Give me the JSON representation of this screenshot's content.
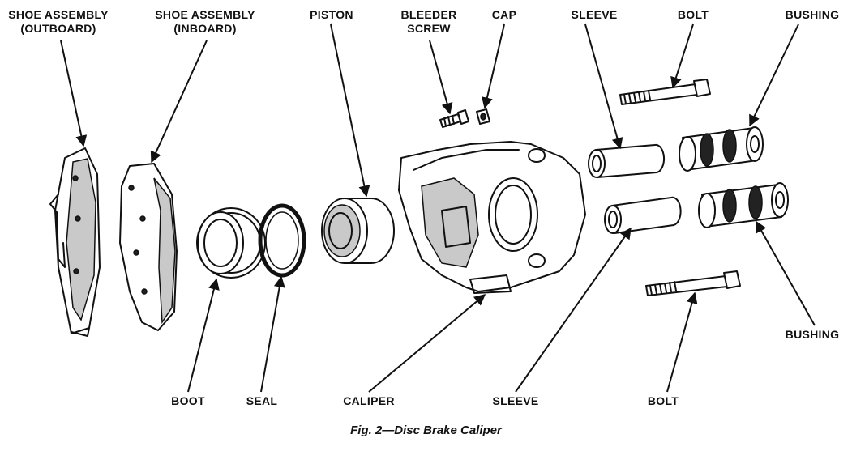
{
  "caption": "Fig. 2—Disc Brake Caliper",
  "labels": {
    "shoe_outboard_1": "SHOE ASSEMBLY",
    "shoe_outboard_2": "(OUTBOARD)",
    "shoe_inboard_1": "SHOE ASSEMBLY",
    "shoe_inboard_2": "(INBOARD)",
    "piston": "PISTON",
    "bleeder_1": "BLEEDER",
    "bleeder_2": "SCREW",
    "cap": "CAP",
    "sleeve_top": "SLEEVE",
    "bolt_top": "BOLT",
    "bushing_top": "BUSHING",
    "boot": "BOOT",
    "seal": "SEAL",
    "caliper": "CALIPER",
    "sleeve_bottom": "SLEEVE",
    "bolt_bottom": "BOLT",
    "bushing_bottom": "BUSHING"
  }
}
